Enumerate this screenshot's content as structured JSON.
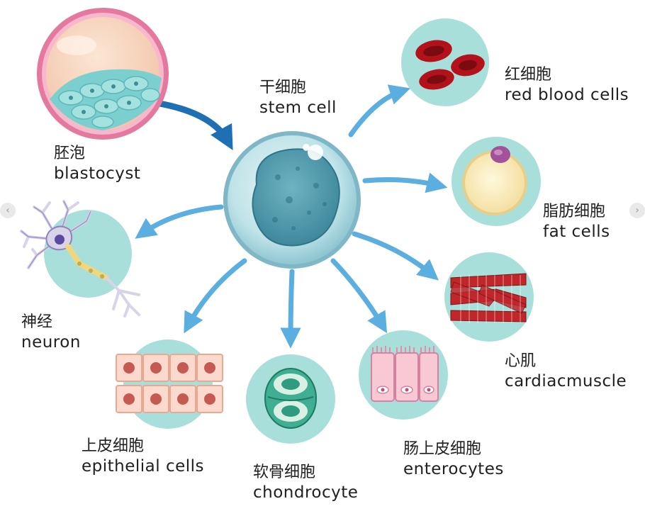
{
  "center": {
    "zh": "干细胞",
    "en": "stem cell"
  },
  "labels": {
    "blastocyst": {
      "zh": "胚泡",
      "en": "blastocyst"
    },
    "neuron": {
      "zh": "神经",
      "en": "neuron"
    },
    "epithelial": {
      "zh": "上皮细胞",
      "en": "epithelial cells"
    },
    "chondrocyte": {
      "zh": "软骨细胞",
      "en": "chondrocyte"
    },
    "enterocytes": {
      "zh": "肠上皮细胞",
      "en": "enterocytes"
    },
    "cardiac": {
      "zh": "心肌",
      "en": "cardiacmuscle"
    },
    "fat": {
      "zh": "脂肪细胞",
      "en": "fat cells"
    },
    "rbc": {
      "zh": "红细胞",
      "en": "red blood cells"
    }
  },
  "colors": {
    "circle_bg": "#a9dfdb",
    "arrow": "#5aaee0",
    "arrow_dark": "#1f6fb5",
    "rbc": "#b3121a",
    "cardiac": "#c0262a"
  },
  "icons": {
    "nav_left": "chevron-left-icon",
    "nav_right": "chevron-right-icon"
  }
}
